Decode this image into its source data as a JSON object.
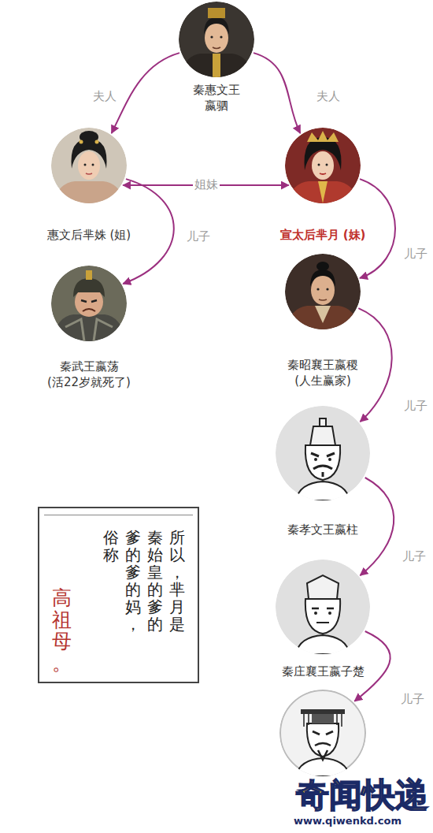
{
  "diagram": {
    "nodes": [
      {
        "text": [
          "秦惠文王 嬴驷"
        ]
      },
      {
        "text": [
          "惠文后芈姝 (姐)"
        ]
      },
      {
        "text": [
          "宣太后芈月 (妹)"
        ]
      },
      {
        "text": [
          "秦武王嬴荡",
          "(活22岁就死了)"
        ]
      },
      {
        "text": [
          "秦昭襄王嬴稷",
          "(人生赢家)"
        ]
      },
      {
        "text": [
          "秦孝文王嬴柱"
        ]
      },
      {
        "text": [
          "秦庄襄王嬴子楚"
        ]
      },
      {
        "text": []
      },
      {
        "text": [
          "所以，芈月是秦始皇的爹的爹的爹的妈，俗称",
          "高祖母。"
        ]
      }
    ],
    "edges": [
      {
        "from": 0,
        "to": 1,
        "label": "夫人",
        "arrow": "to"
      },
      {
        "from": 0,
        "to": 2,
        "label": "夫人",
        "arrow": "to"
      },
      {
        "from": 1,
        "to": 2,
        "label": "姐妹",
        "arrow": "both"
      },
      {
        "from": 1,
        "to": 3,
        "label": "儿子",
        "arrow": "to"
      },
      {
        "from": 2,
        "to": 4,
        "label": "儿子",
        "arrow": "to"
      },
      {
        "from": 4,
        "to": 5,
        "label": "儿子",
        "arrow": "to"
      },
      {
        "from": 5,
        "to": 6,
        "label": "儿子",
        "arrow": "to"
      },
      {
        "from": 6,
        "to": 7,
        "label": "儿子",
        "arrow": "to"
      }
    ],
    "labels": [
      "奇闻快递",
      "www.qiwenkd.com"
    ]
  }
}
